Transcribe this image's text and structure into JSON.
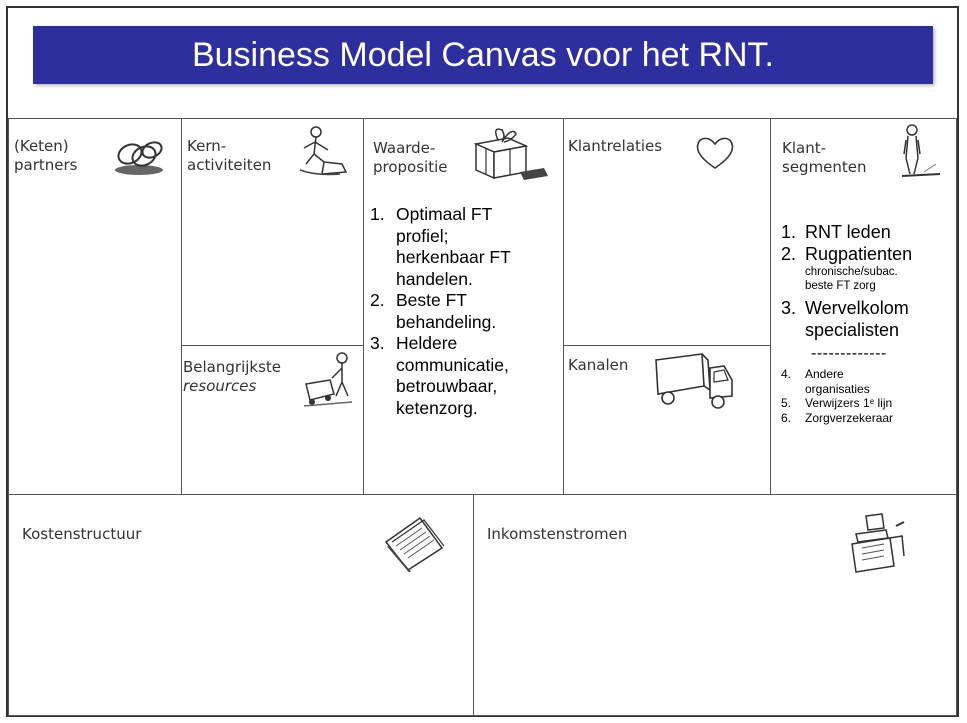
{
  "title": "Business Model Canvas voor het RNT.",
  "blocks": {
    "partners": {
      "label_line1": "(Keten)",
      "label_line2": "partners",
      "icon": "chain-links-icon"
    },
    "activities": {
      "label_line1": "Kern-",
      "label_line2": "activiteiten",
      "icon": "person-working-icon"
    },
    "value_proposition": {
      "label_line1": "Waarde-",
      "label_line2": "propositie",
      "icon": "gift-box-icon"
    },
    "relationships": {
      "label": "Klantrelaties",
      "icon": "heart-icon"
    },
    "segments": {
      "label_line1": "Klant-",
      "label_line2": "segmenten",
      "icon": "standing-person-icon"
    },
    "resources": {
      "label_line1": "Belangrijkste",
      "label_line2": "resources",
      "icon": "person-with-cart-icon"
    },
    "channels": {
      "label": "Kanalen",
      "icon": "delivery-truck-icon"
    },
    "cost_structure": {
      "label": "Kostenstructuur",
      "icon": "invoice-papers-icon"
    },
    "revenue_streams": {
      "label": "Inkomstenstromen",
      "icon": "cash-register-icon"
    }
  },
  "value_items": [
    {
      "num": "1.",
      "lines": [
        "Optimaal FT",
        "profiel;",
        "herkenbaar FT",
        "handelen."
      ]
    },
    {
      "num": "2.",
      "lines": [
        "Beste FT",
        "behandeling."
      ]
    },
    {
      "num": "3.",
      "lines": [
        "Heldere",
        "communicatie,",
        "betrouwbaar,",
        "ketenzorg."
      ]
    }
  ],
  "segment_items": {
    "item1": {
      "num": "1.",
      "text": "RNT leden"
    },
    "item2": {
      "num": "2.",
      "text": "Rugpatienten",
      "sub1": "chronische/subac.",
      "sub2": "beste FT zorg"
    },
    "item3": {
      "num": "3.",
      "line1": "Wervelkolom",
      "line2": "specialisten"
    },
    "separator": "-------------",
    "item4": {
      "num": "4.",
      "line1": "Andere",
      "line2": "organisaties"
    },
    "item5": {
      "num": "5.",
      "text": "Verwijzers 1ᵉ lijn"
    },
    "item6": {
      "num": "6.",
      "text": "Zorgverzekeraar"
    }
  }
}
